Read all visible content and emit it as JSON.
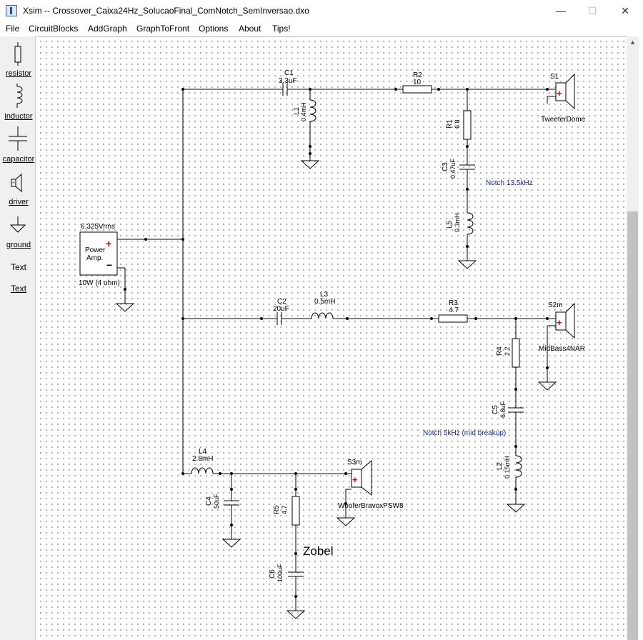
{
  "window": {
    "title": "Xsim -- Crossover_Caixa24Hz_SolucaoFinal_ComNotch_SemInversao.dxo",
    "minimize_glyph": "—",
    "maximize_glyph": "☐",
    "close_glyph": "✕"
  },
  "menu": [
    "File",
    "CircuitBlocks",
    "AddGraph",
    "GraphToFront",
    "Options",
    "About",
    "Tips!"
  ],
  "palette": {
    "resistor": "resistor",
    "inductor": "inductor",
    "capacitor": "capacitor",
    "driver": "driver",
    "ground": "ground",
    "text_plain": "Text",
    "text_link": "Text"
  },
  "scrollbar": {
    "up_glyph": "▲"
  },
  "schematic": {
    "amp": {
      "voltage": "6.325Vrms",
      "name_line1": "Power",
      "name_line2": "Amp.",
      "power": "10W (4 ohm)",
      "plus": "+",
      "minus": "−"
    },
    "C1": {
      "name": "C1",
      "value": "3.3uF"
    },
    "L1": {
      "name": "L1",
      "value": "0.4mH"
    },
    "R2": {
      "name": "R2",
      "value": "10"
    },
    "R1": {
      "name": "R1",
      "value": "6.8"
    },
    "C3": {
      "name": "C3",
      "value": "0.47uF"
    },
    "L5": {
      "name": "L5",
      "value": "0.3mH"
    },
    "S1": {
      "name": "S1",
      "model": "TweeterDome"
    },
    "notch1": "Notch 13.5kHz",
    "C2": {
      "name": "C2",
      "value": "20uF"
    },
    "L3": {
      "name": "L3",
      "value": "0.5mH"
    },
    "R3": {
      "name": "R3",
      "value": "4.7"
    },
    "R4": {
      "name": "R4",
      "value": "2.2"
    },
    "C5": {
      "name": "C5",
      "value": "6.8uF"
    },
    "L2": {
      "name": "L2",
      "value": "0.15mH"
    },
    "S2": {
      "name": "S2m",
      "model": "MidBass4NAR"
    },
    "notch2": "Notch 5kHz (mid breakup)",
    "L4": {
      "name": "L4",
      "value": "2.8mH"
    },
    "C4": {
      "name": "C4",
      "value": "50uF"
    },
    "R5": {
      "name": "R5",
      "value": "4.7"
    },
    "C6": {
      "name": "C6",
      "value": "100uF"
    },
    "S3": {
      "name": "S3m",
      "model": "WooferBravoxPSW8"
    },
    "zobel": "Zobel"
  }
}
